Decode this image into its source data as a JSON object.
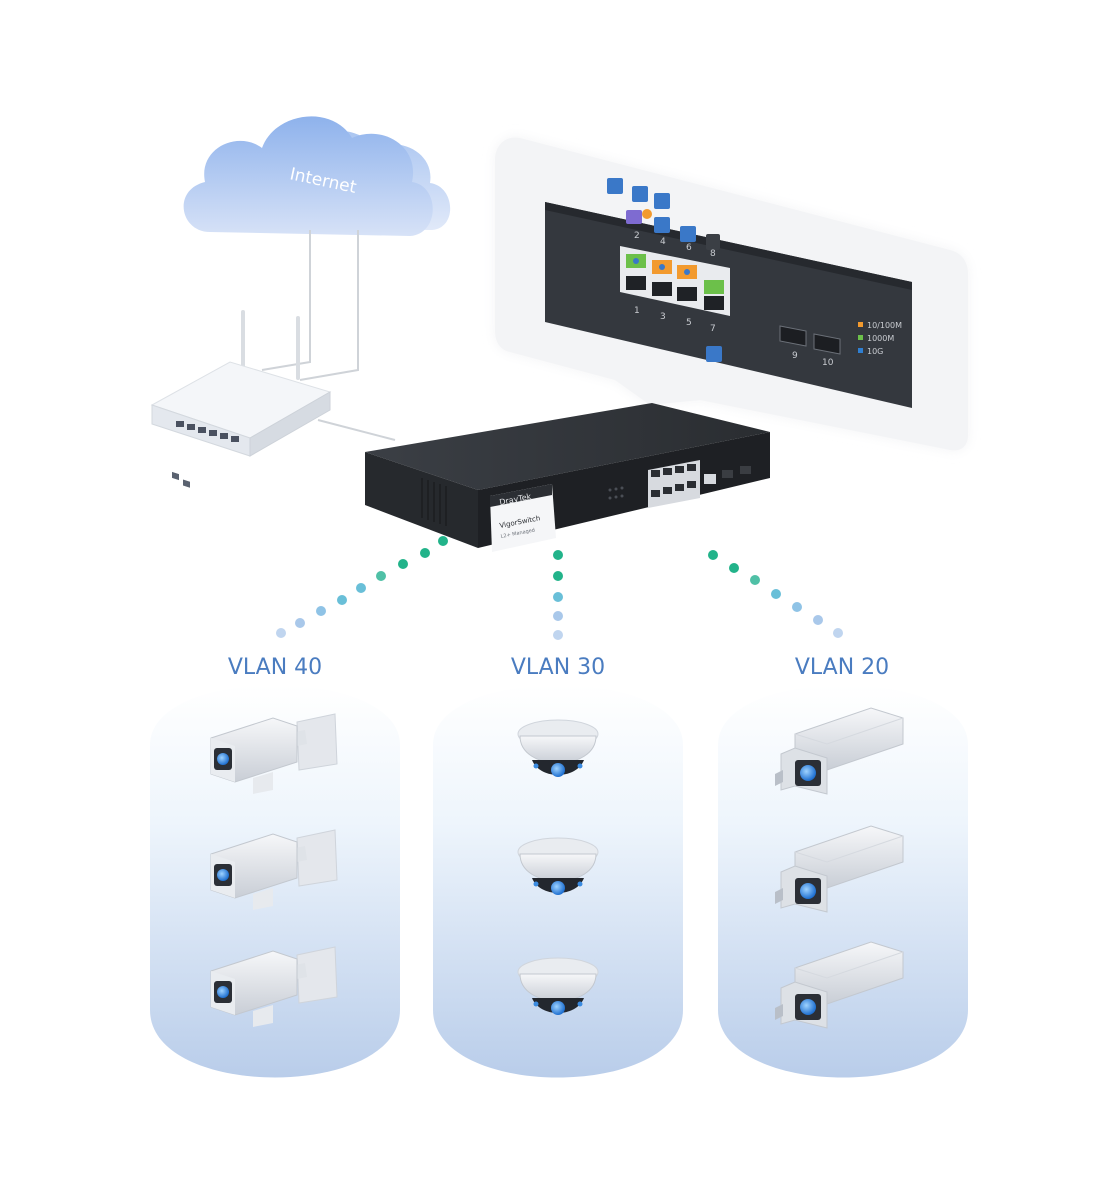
{
  "cloud": {
    "label": "Internet"
  },
  "switch": {
    "brand": "DrayTek",
    "model": "VigorSwitch",
    "subtitle": "L2+ Managed"
  },
  "panel": {
    "top_port_numbers": [
      "2",
      "4",
      "6",
      "8"
    ],
    "bottom_port_numbers": [
      "1",
      "3",
      "5",
      "7"
    ],
    "sfp_numbers": [
      "9",
      "10"
    ],
    "legend": [
      "10/100M",
      "1000M",
      "10G"
    ]
  },
  "vlans": [
    {
      "label": "VLAN 40",
      "camera": "bullet-camera-icon"
    },
    {
      "label": "VLAN 30",
      "camera": "dome-camera-icon"
    },
    {
      "label": "VLAN 20",
      "camera": "box-camera-icon"
    }
  ],
  "colors": {
    "text_blue": "#4a7cc0",
    "dot_green": "#22b38a",
    "dot_light": "#a9c8ea",
    "legend": [
      "#f29a2e",
      "#6cc04a",
      "#2f7fd1"
    ]
  }
}
